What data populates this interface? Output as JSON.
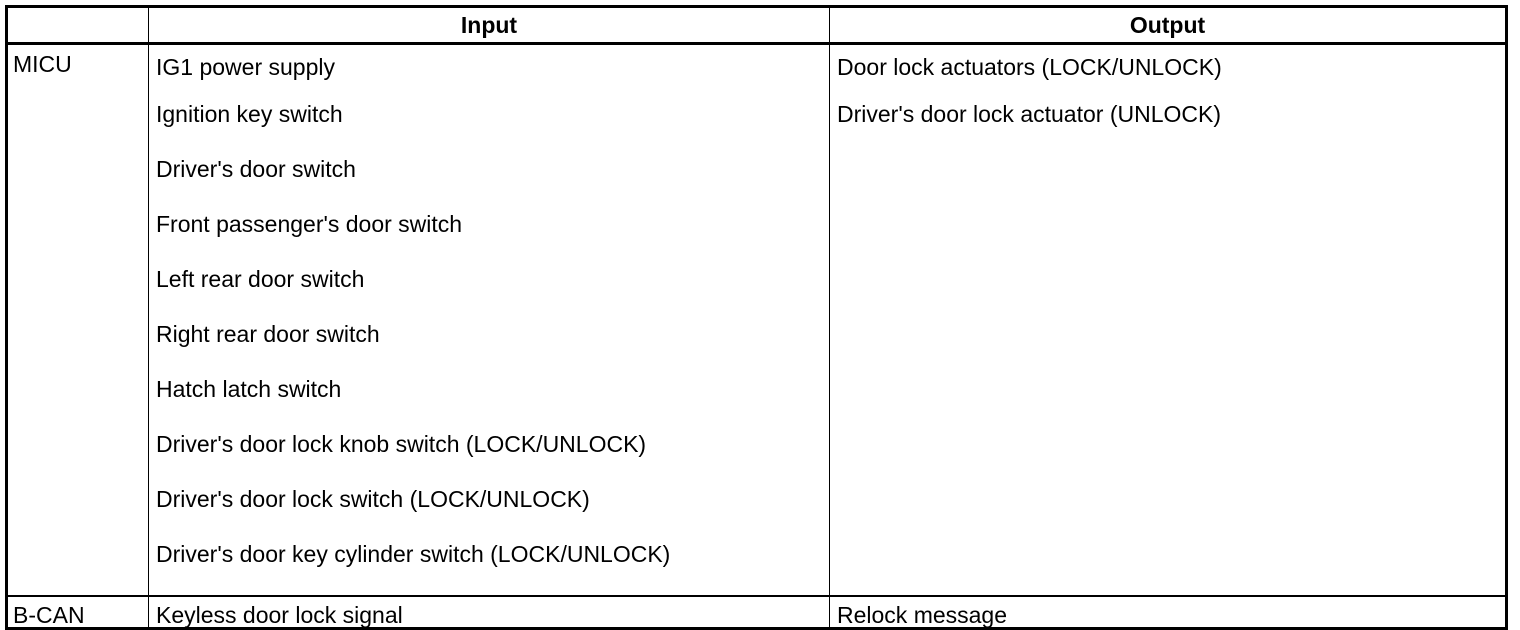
{
  "table": {
    "headers": {
      "system": "",
      "input": "Input",
      "output": "Output"
    },
    "rows": [
      {
        "system": "MICU",
        "inputs": [
          "IG1 power supply",
          "Ignition key switch",
          "Driver's door switch",
          "Front passenger's door switch",
          "Left rear door switch",
          "Right rear door switch",
          "Hatch latch switch",
          "Driver's door lock knob switch (LOCK/UNLOCK)",
          "Driver's door lock switch (LOCK/UNLOCK)",
          "Driver's door key cylinder switch (LOCK/UNLOCK)"
        ],
        "outputs": [
          "Door lock actuators (LOCK/UNLOCK)",
          "Driver's door lock actuator (UNLOCK)"
        ]
      },
      {
        "system": "B-CAN",
        "inputs": [
          "Keyless door lock signal"
        ],
        "outputs": [
          "Relock message"
        ]
      }
    ]
  },
  "colors": {
    "border": "#000000",
    "text": "#000000",
    "background": "#ffffff"
  }
}
